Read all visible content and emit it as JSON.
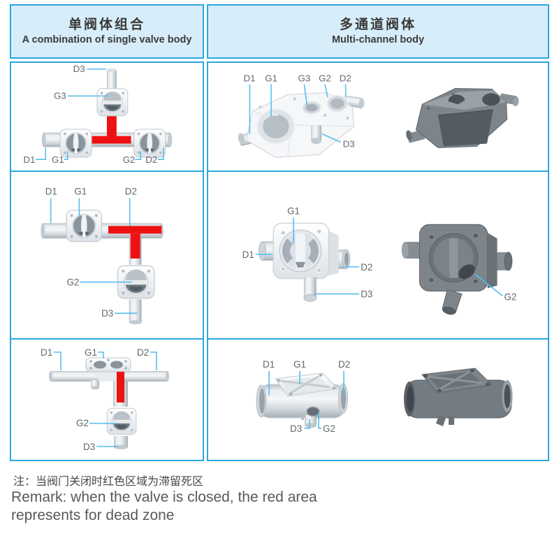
{
  "header": {
    "left": {
      "title_zh": "单阀体组合",
      "subtitle_en": "A combination of single valve body"
    },
    "right": {
      "title_zh": "多通道阀体",
      "subtitle_en": "Multi-channel body"
    }
  },
  "rows": [
    {
      "left": {
        "d3": "D3",
        "g3": "G3",
        "d1": "D1",
        "g1": "G1",
        "g2": "G2",
        "d2": "D2"
      },
      "right": {
        "d1": "D1",
        "g1": "G1",
        "g3": "G3",
        "g2": "G2",
        "d2": "D2",
        "d3": "D3"
      }
    },
    {
      "left": {
        "d1": "D1",
        "g1": "G1",
        "d2": "D2",
        "g2": "G2",
        "d3": "D3"
      },
      "right": {
        "g1": "G1",
        "d1": "D1",
        "d2": "D2",
        "d3": "D3",
        "g2": "G2"
      }
    },
    {
      "left": {
        "d1": "D1",
        "g1": "G1",
        "d2": "D2",
        "g2": "G2",
        "d3": "D3"
      },
      "right": {
        "d1": "D1",
        "g1": "G1",
        "d2": "D2",
        "d3": "D3",
        "g2": "G2"
      }
    }
  ],
  "remark": {
    "zh": "注：当阀门关闭时红色区域为滞留死区",
    "en": "Remark: when the valve is closed, the red area represents for dead zone"
  },
  "colors": {
    "table_border": "#29a8e0",
    "header_bg": "#d7edf9",
    "dead_zone_red": "#ee1111",
    "leader_line": "#55bdee",
    "label_text": "#63676b"
  }
}
